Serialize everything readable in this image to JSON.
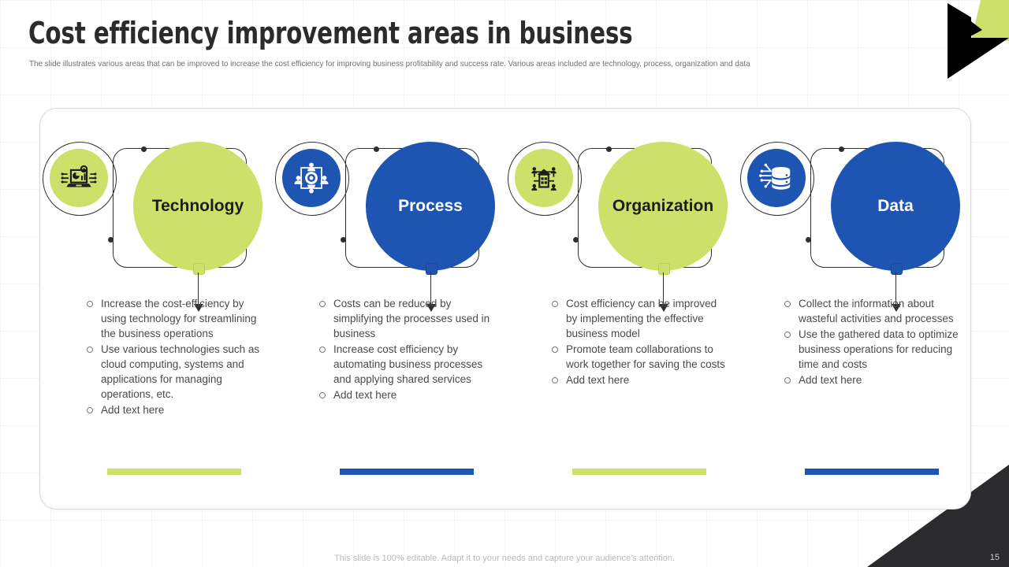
{
  "header": {
    "title": "Cost efficiency improvement  areas in business",
    "subtitle": "The slide illustrates various areas that can be improved to increase the cost efficiency for improving business profitability and success rate. Various areas included are technology, process, organization and data"
  },
  "colors": {
    "green": "#cde06a",
    "blue": "#1f55b2",
    "ink": "#2f2f2f",
    "body_text": "#4a4a4a",
    "muted": "#b9b9b9"
  },
  "columns": [
    {
      "label": "Technology",
      "theme": "green",
      "icon": "technology-laptop-analytics-icon",
      "bullets": [
        "Increase the cost-efficiency by using technology for streamlining the business operations",
        "Use various technologies such as cloud computing, systems and applications for managing operations, etc.",
        "Add text here"
      ]
    },
    {
      "label": "Process",
      "theme": "blue",
      "icon": "process-team-gear-network-icon",
      "bullets": [
        "Costs can be reduced by simplifying the processes used in business",
        "Increase cost efficiency by automating business processes and applying shared services",
        "Add text here"
      ]
    },
    {
      "label": "Organization",
      "theme": "green",
      "icon": "organization-building-hierarchy-icon",
      "bullets": [
        "Cost efficiency can be improved by implementing the effective business model",
        "Promote team collaborations to work together for saving the costs",
        "Add text here"
      ]
    },
    {
      "label": "Data",
      "theme": "blue",
      "icon": "data-database-stack-icon",
      "bullets": [
        "Collect the information about wasteful activities and processes",
        "Use the gathered data to optimize business operations for reducing time and costs",
        "Add text here"
      ]
    }
  ],
  "footer": {
    "note": "This slide is 100% editable. Adapt it to your needs and capture your audience's attention.",
    "page_number": "15"
  }
}
